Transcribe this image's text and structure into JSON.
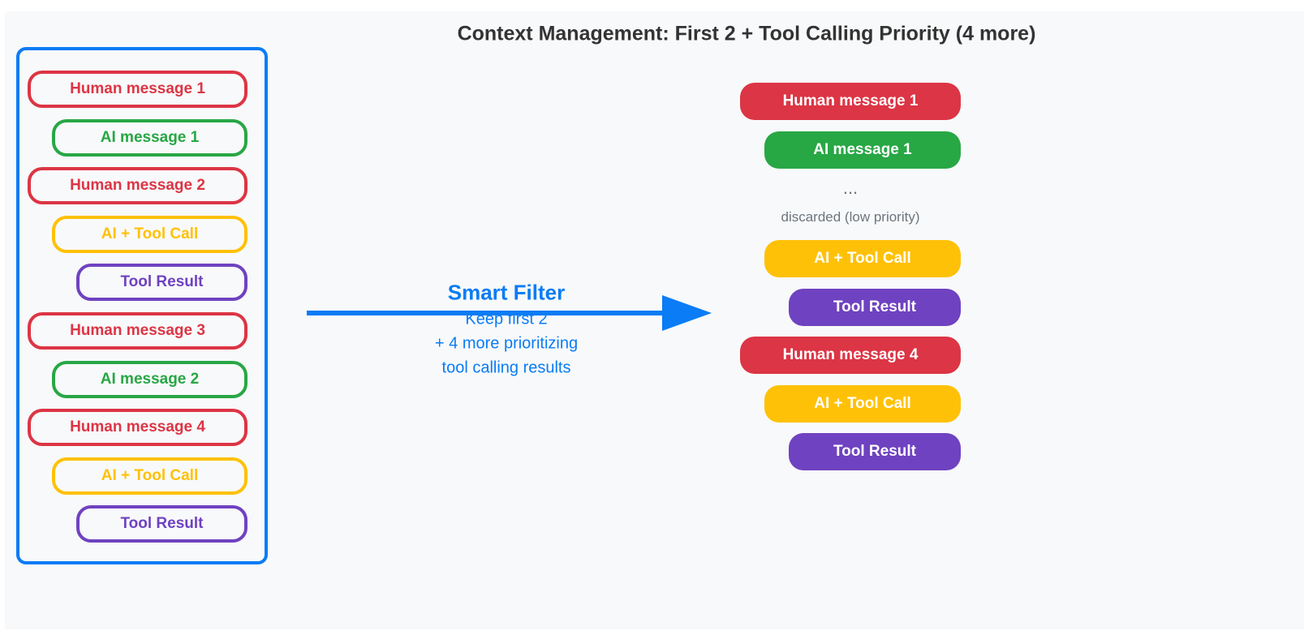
{
  "title": "Context Management: First 2 + Tool Calling Priority (4 more)",
  "colors": {
    "human": "#dc3545",
    "ai": "#28a745",
    "tool_call": "#ffc107",
    "tool_result": "#6f42c1",
    "accent": "#0a7cf5",
    "muted": "#6c757d"
  },
  "original_messages": [
    {
      "label": "Human message 1",
      "kind": "human"
    },
    {
      "label": "AI message 1",
      "kind": "ai"
    },
    {
      "label": "Human message 2",
      "kind": "human"
    },
    {
      "label": "AI + Tool Call",
      "kind": "tool_call"
    },
    {
      "label": "Tool Result",
      "kind": "tool_result"
    },
    {
      "label": "Human message 3",
      "kind": "human"
    },
    {
      "label": "AI message 2",
      "kind": "ai"
    },
    {
      "label": "Human message 4",
      "kind": "human"
    },
    {
      "label": "AI + Tool Call",
      "kind": "tool_call"
    },
    {
      "label": "Tool Result",
      "kind": "tool_result"
    }
  ],
  "filter": {
    "title": "Smart Filter",
    "lines": [
      "Keep first 2",
      "+ 4 more prioritizing",
      "tool calling results"
    ]
  },
  "kept_first": [
    {
      "label": "Human message 1",
      "kind": "human"
    },
    {
      "label": "AI message 1",
      "kind": "ai"
    }
  ],
  "ellipsis": "...",
  "discarded_label": "discarded (low priority)",
  "kept_priority": [
    {
      "label": "AI + Tool Call",
      "kind": "tool_call"
    },
    {
      "label": "Tool Result",
      "kind": "tool_result"
    },
    {
      "label": "Human message 4",
      "kind": "human"
    },
    {
      "label": "AI + Tool Call",
      "kind": "tool_call"
    },
    {
      "label": "Tool Result",
      "kind": "tool_result"
    }
  ]
}
